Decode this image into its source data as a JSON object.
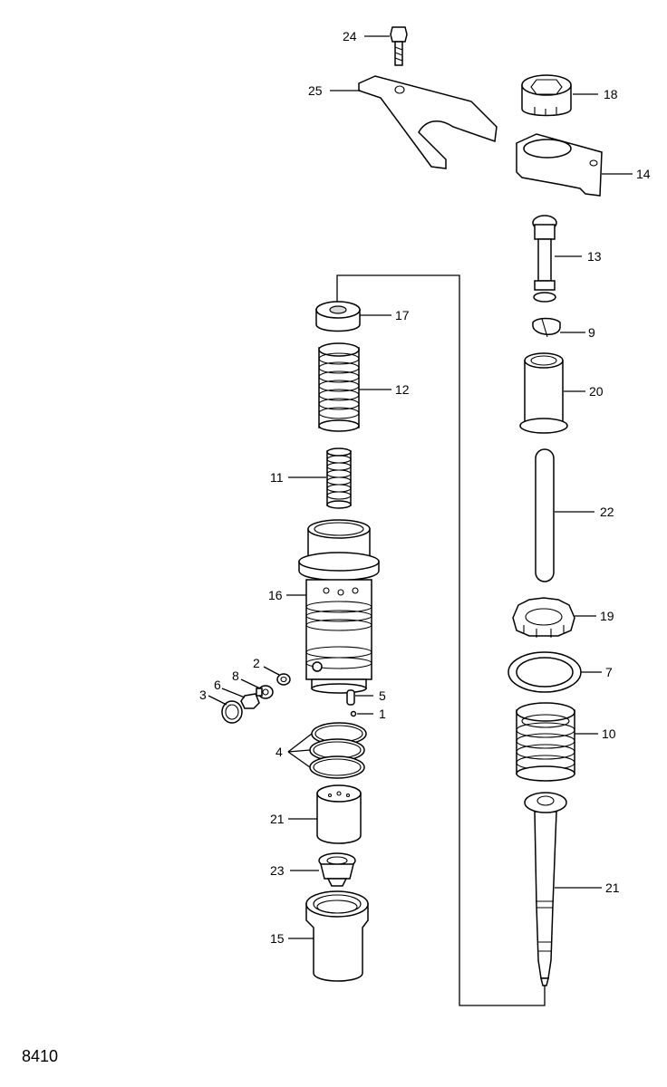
{
  "figure_code": "8410",
  "callouts": {
    "c1": "1",
    "c2": "2",
    "c3": "3",
    "c4": "4",
    "c5": "5",
    "c6": "6",
    "c7": "7",
    "c8": "8",
    "c9": "9",
    "c10": "10",
    "c11": "11",
    "c12": "12",
    "c13": "13",
    "c14": "14",
    "c15": "15",
    "c16": "16",
    "c17": "17",
    "c18": "18",
    "c19": "19",
    "c20": "20",
    "c21a": "21",
    "c21b": "21",
    "c22": "22",
    "c23": "23",
    "c24": "24",
    "c25": "25"
  }
}
